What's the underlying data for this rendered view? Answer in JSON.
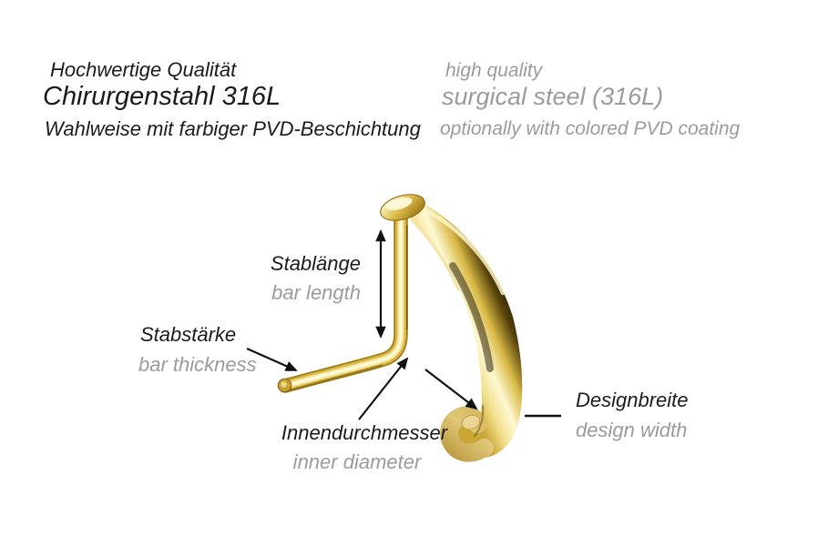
{
  "header": {
    "german": {
      "line1": "Hochwertige Qualität",
      "line2": "Chirurgenstahl 316L",
      "line3": "Wahlweise mit farbiger PVD-Beschichtung"
    },
    "english": {
      "line1": "high quality",
      "line2": "surgical steel (316L)",
      "line3": "optionally with colored PVD coating"
    }
  },
  "diagram": {
    "product": "gold curved nose stud",
    "labels": [
      {
        "key": "bar_length",
        "de": "Stablänge",
        "en": "bar length"
      },
      {
        "key": "bar_thickness",
        "de": "Stabstärke",
        "en": "bar thickness"
      },
      {
        "key": "inner_diameter",
        "de": "Innendurchmesser",
        "en": "inner diameter"
      },
      {
        "key": "design_width",
        "de": "Designbreite",
        "en": "design width"
      }
    ]
  },
  "colors": {
    "background": "#ffffff",
    "text_primary": "#1b1b1b",
    "text_secondary": "#9b9b9b",
    "arrow": "#111111",
    "gold_highlight": "#fdf8d2",
    "gold_light": "#f3e08e",
    "gold_mid": "#d9b946",
    "gold_deep": "#a07c16",
    "gold_shadow": "#54400a",
    "gold_dark_streak": "#2f2405",
    "gold_matte": "#e0c677"
  }
}
